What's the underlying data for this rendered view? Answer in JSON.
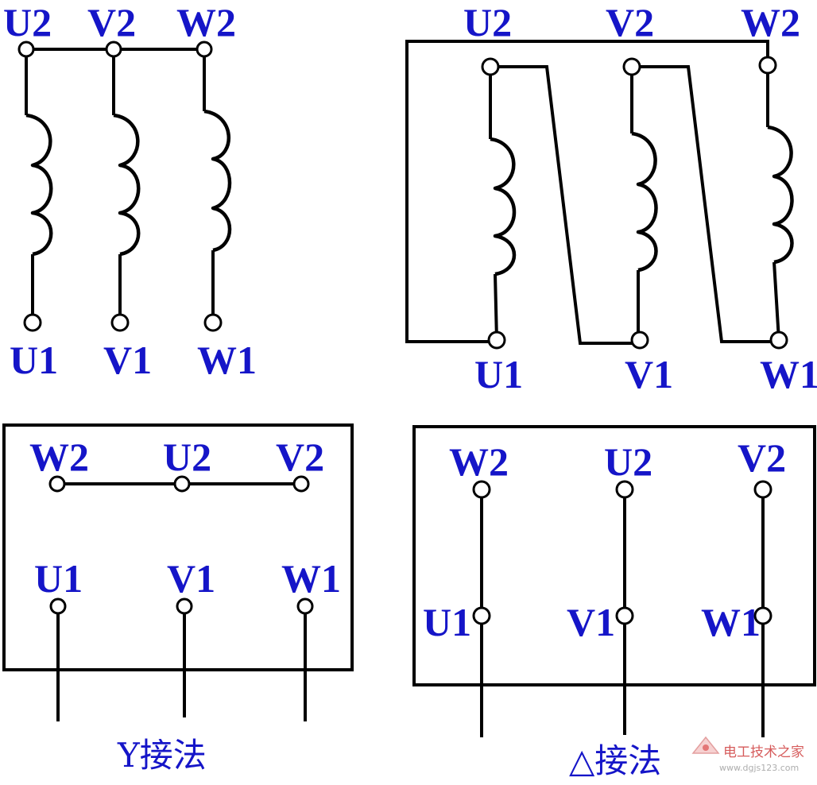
{
  "labels": {
    "u1": "U1",
    "v1": "V1",
    "w1": "W1",
    "u2": "U2",
    "v2": "V2",
    "w2": "W2"
  },
  "captions": {
    "star": "Y接法",
    "delta": "△接法"
  },
  "watermark": {
    "line1": "电工技术之家",
    "line2": "www.dgjs123.com"
  },
  "colors": {
    "label": "#1515c8",
    "wire": "#000000",
    "background": "#ffffff"
  }
}
